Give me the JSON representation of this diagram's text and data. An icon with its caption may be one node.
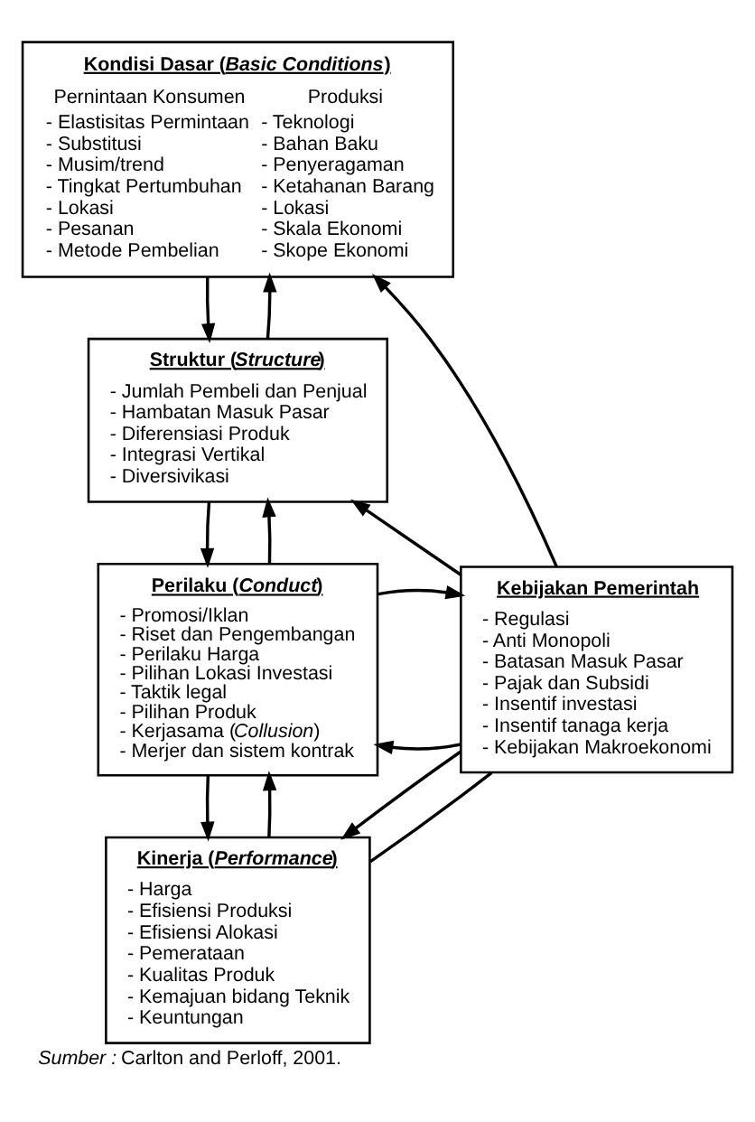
{
  "diagram": {
    "caption": "*Sumber :* Carlton and Perloff, 2001.",
    "nodes": [
      {
        "text": [
          "Kondisi Dasar (*Basic Conditions*)",
          "Pernintaan Konsumen",
          "- Elastisitas Permintaan",
          "- Substitusi",
          "- Musim/trend",
          "- Tingkat Pertumbuhan",
          "- Lokasi",
          "- Pesanan",
          "- Metode Pembelian",
          "Produksi",
          "- Teknologi",
          "- Bahan Baku",
          "- Penyeragaman",
          "- Ketahanan Barang",
          "- Lokasi",
          "- Skala Ekonomi",
          "- Skope Ekonomi"
        ]
      },
      {
        "text": [
          "Struktur (*Structure*)",
          "- Jumlah Pembeli dan Penjual",
          "- Hambatan Masuk Pasar",
          "- Diferensiasi Produk",
          "- Integrasi Vertikal",
          "- Diversivikasi"
        ]
      },
      {
        "text": [
          "Perilaku (*Conduct*)",
          "- Promosi/Iklan",
          "- Riset dan Pengembangan",
          "- Perilaku Harga",
          "- Pilihan Lokasi Investasi",
          "- Taktik legal",
          "- Pilihan Produk",
          "- Kerjasama (*Collusion*)",
          "- Merjer dan sistem kontrak"
        ]
      },
      {
        "text": [
          "Kinerja (*Performance*)",
          "- Harga",
          "- Efisiensi Produksi",
          "- Efisiensi Alokasi",
          "- Pemerataan",
          "- Kualitas Produk",
          "- Kemajuan bidang Teknik",
          "- Keuntungan"
        ]
      },
      {
        "text": [
          "Kebijakan Pemerintah",
          "- Regulasi",
          "- Anti Monopoli",
          "- Batasan Masuk Pasar",
          "- Pajak dan Subsidi",
          "- Insentif investasi",
          "- Insentif tanaga kerja",
          "- Kebijakan Makroekonomi"
        ]
      }
    ],
    "edges": [
      {
        "from": 0,
        "to": 1,
        "arrow": "to"
      },
      {
        "from": 1,
        "to": 0,
        "arrow": "to"
      },
      {
        "from": 1,
        "to": 2,
        "arrow": "to"
      },
      {
        "from": 2,
        "to": 1,
        "arrow": "to"
      },
      {
        "from": 2,
        "to": 3,
        "arrow": "to"
      },
      {
        "from": 3,
        "to": 2,
        "arrow": "to"
      },
      {
        "from": 4,
        "to": 0,
        "arrow": "to"
      },
      {
        "from": 4,
        "to": 1,
        "arrow": "to"
      },
      {
        "from": 4,
        "to": 2,
        "arrow": "to"
      },
      {
        "from": 2,
        "to": 4,
        "arrow": "to"
      },
      {
        "from": 4,
        "to": 3,
        "arrow": "to"
      },
      {
        "from": 3,
        "to": 4,
        "arrow": "none"
      }
    ]
  }
}
